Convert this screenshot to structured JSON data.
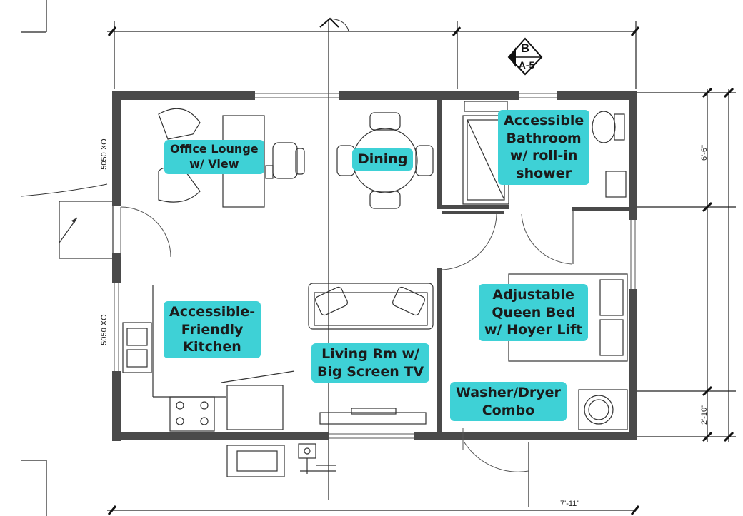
{
  "section_marker": {
    "top": "B",
    "bottom": "A-5"
  },
  "rooms": [
    {
      "id": "office",
      "label": "Office Lounge\nw/ View"
    },
    {
      "id": "dining",
      "label": "Dining"
    },
    {
      "id": "bathroom",
      "label": "Accessible\nBathroom\nw/ roll-in\nshower"
    },
    {
      "id": "kitchen",
      "label": "Accessible-\nFriendly\nKitchen"
    },
    {
      "id": "living",
      "label": "Living Rm w/\nBig Screen TV"
    },
    {
      "id": "bedroom",
      "label": "Adjustable\nQueen Bed\nw/ Hoyer Lift"
    },
    {
      "id": "laundry",
      "label": "Washer/Dryer\nCombo"
    }
  ],
  "window_tags": [
    "5050 XO",
    "5050 XO"
  ],
  "dimensions": [
    "6'-6\"",
    "2'-10\"",
    "7'-11\""
  ],
  "colors": {
    "label_bg": "#3ed1d6",
    "wall": "#4a4a4a",
    "line": "#333333"
  }
}
